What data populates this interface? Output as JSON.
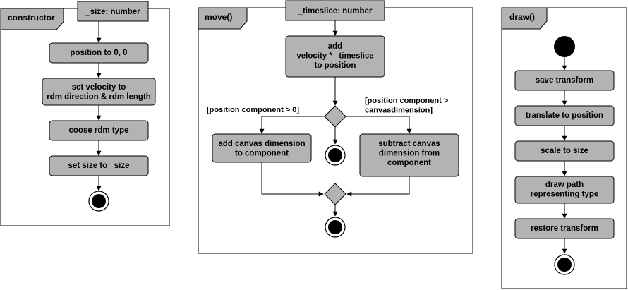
{
  "colors": {
    "box_fill": "#b3b3b3",
    "stroke": "#000000",
    "background": "#ffffff"
  },
  "frames": {
    "constructor": {
      "title": "constructor",
      "param": "_size: number",
      "actions": [
        "position to 0, 0",
        "set velocity to\nrdm direction & rdm length",
        "coose rdm type",
        "set size to _size"
      ]
    },
    "move": {
      "title": "move()",
      "param": "_timeslice: number",
      "add_action": "add\nvelocity * _timeslice\nto position",
      "guard_left": "[position component > 0]",
      "guard_right": "[position component >\ncanvasdimension]",
      "left_action": "add canvas dimension\nto component",
      "right_action": "subtract canvas\ndimension from\ncomponent"
    },
    "draw": {
      "title": "draw()",
      "actions": [
        "save transform",
        "translate to position",
        "scale to size",
        "draw path\nrepresenting type",
        "restore transform"
      ]
    }
  }
}
